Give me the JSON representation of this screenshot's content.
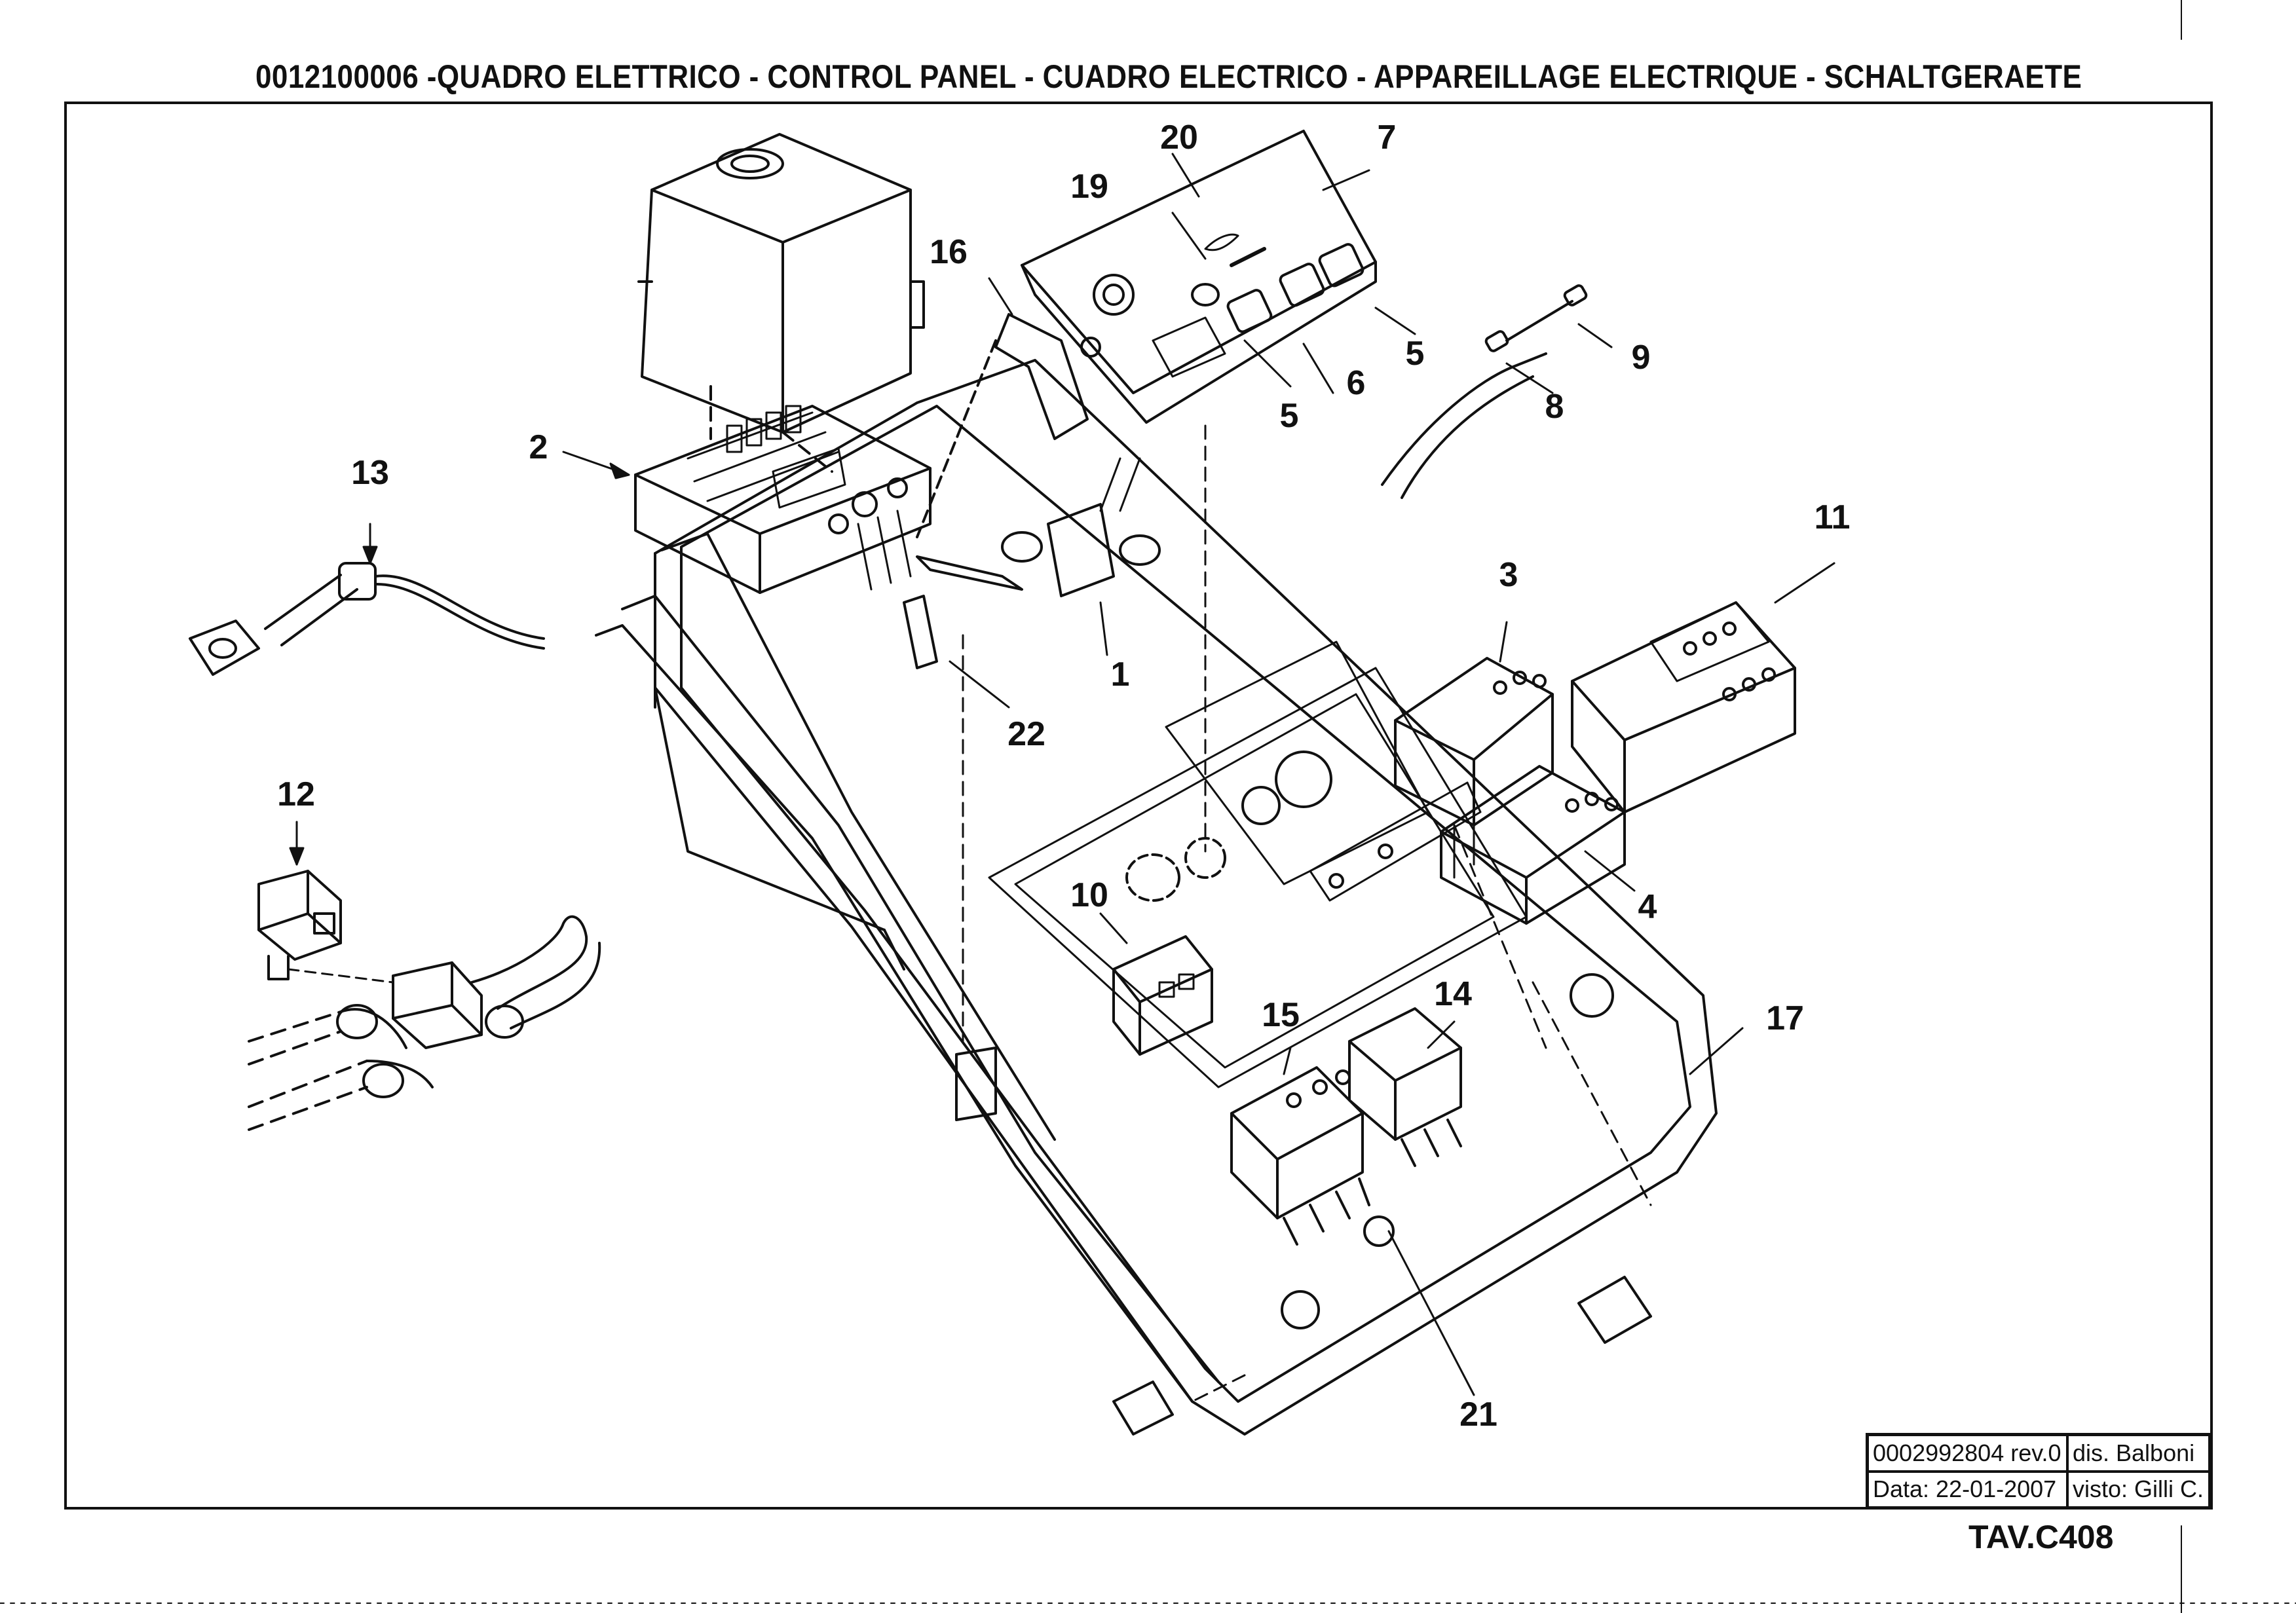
{
  "title": "0012100006 -QUADRO ELETTRICO - CONTROL PANEL - CUADRO ELECTRICO - APPAREILLAGE ELECTRIQUE - SCHALTGERAETE",
  "callouts": {
    "c1": "1",
    "c2": "2",
    "c3": "3",
    "c4": "4",
    "c5a": "5",
    "c5b": "5",
    "c6": "6",
    "c7": "7",
    "c8": "8",
    "c9": "9",
    "c10": "10",
    "c11": "11",
    "c12": "12",
    "c13": "13",
    "c14": "14",
    "c15": "15",
    "c16": "16",
    "c17": "17",
    "c19": "19",
    "c20": "20",
    "c21": "21",
    "c22": "22"
  },
  "title_block": {
    "drawing_number": "0002992804 rev.0",
    "drawn_by": "dis. Balboni",
    "date": "Data: 22-01-2007",
    "checked_by": "visto: Gilli C."
  },
  "table_code": "TAV.C408",
  "colors": {
    "ink": "#111111",
    "paper": "#ffffff"
  }
}
